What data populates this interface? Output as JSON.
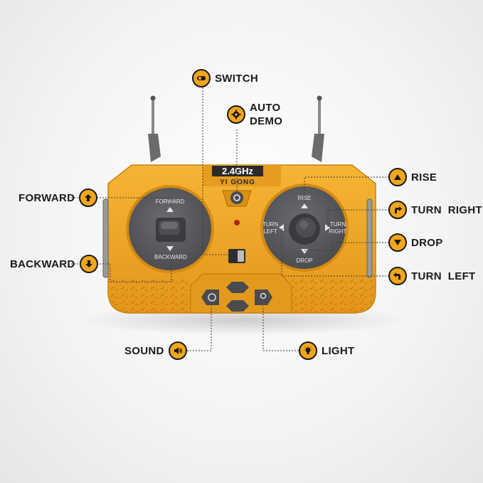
{
  "device": {
    "frequency": "2.4GHz",
    "brand": "YI GONG",
    "left_stick": {
      "top": "FORWARD",
      "bottom": "BACKWARD"
    },
    "right_stick": {
      "top": "RISE",
      "bottom": "DROP",
      "left_line1": "TURN",
      "left_line2": "LEFT",
      "right_line1": "TURN",
      "right_line2": "RIGHT"
    },
    "colors": {
      "body": "#f2a61c",
      "body_dark": "#d98a10",
      "dial": "#5a5b5e",
      "accent": "#f2a61c"
    }
  },
  "callouts": {
    "switch": {
      "label": "SWITCH",
      "icon": "toggle-icon"
    },
    "auto_demo": {
      "line1": "AUTO",
      "line2": "DEMO",
      "icon": "gear-icon"
    },
    "forward": {
      "label": "FORWARD",
      "icon": "arrow-up-icon"
    },
    "backward": {
      "label": "BACKWARD",
      "icon": "arrow-down-icon"
    },
    "rise": {
      "label": "RISE",
      "icon": "triangle-up-icon"
    },
    "turn_right": {
      "label": "TURN  RIGHT",
      "icon": "turn-right-icon"
    },
    "drop": {
      "label": "DROP",
      "icon": "triangle-down-icon"
    },
    "turn_left": {
      "label": "TURN  LEFT",
      "icon": "turn-left-icon"
    },
    "sound": {
      "label": "SOUND",
      "icon": "speaker-icon"
    },
    "light": {
      "label": "LIGHT",
      "icon": "bulb-icon"
    }
  }
}
